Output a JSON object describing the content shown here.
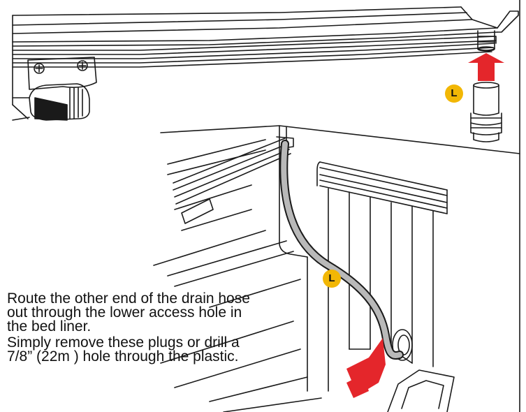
{
  "callout_label": "L",
  "instructions": {
    "line1": "Route the other end of the drain hose",
    "line2": "out through the lower access hole in",
    "line3": "the bed liner.",
    "line4": "Simply remove these plugs or drill a",
    "line5": "7/8” (22m ) hole through the plastic."
  },
  "colors": {
    "arrow": "#e4262b",
    "badge": "#f2b705",
    "hose": "#b9b9b9",
    "outline": "#1a1a1a"
  }
}
